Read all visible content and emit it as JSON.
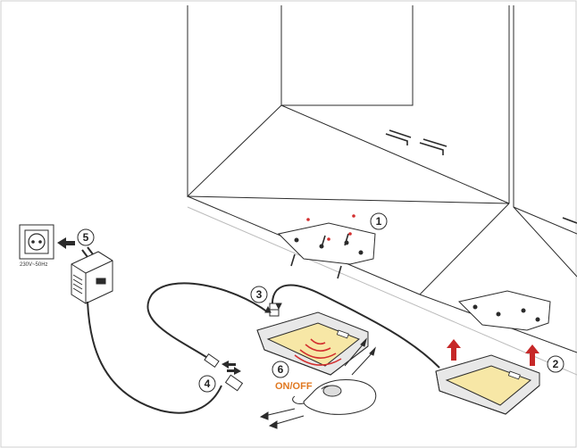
{
  "steps": {
    "s1": "1",
    "s2": "2",
    "s3": "3",
    "s4": "4",
    "s5": "5",
    "s6": "6"
  },
  "labels": {
    "on_off": "ON/OFF",
    "socket_rating": "230V~50Hz"
  },
  "colors": {
    "line": "#2b2b2b",
    "light_panel": "#f7e7a6",
    "arrow_red": "#c62828",
    "onoff_orange": "#e07820",
    "wave_red": "#d32f2f"
  },
  "icons": [
    "wall-socket-icon",
    "power-adapter-icon",
    "connector-plug-icon",
    "hand-gesture-icon",
    "screw-icon",
    "up-arrow-icon"
  ]
}
